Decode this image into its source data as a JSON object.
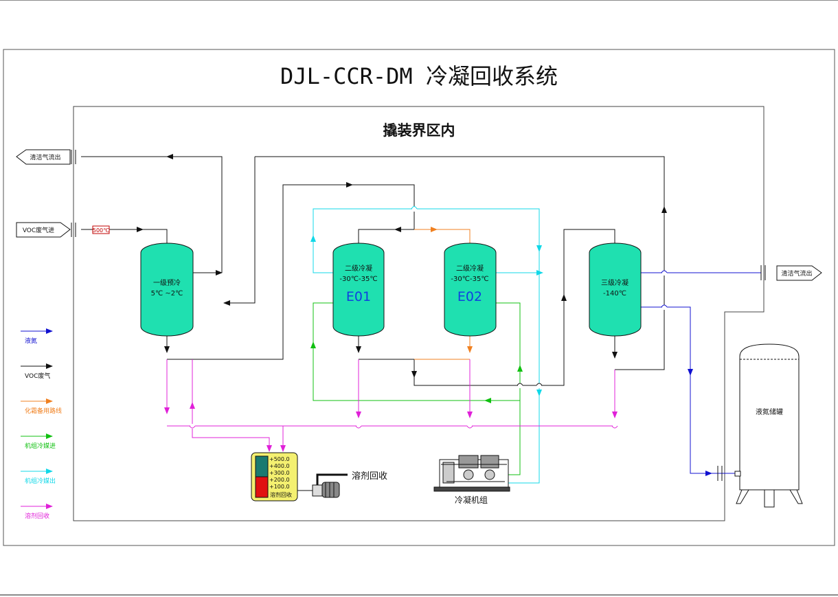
{
  "title": "DJL-CCR-DM 冷凝回收系统",
  "zone_label": "撬装界区内",
  "io": {
    "clean_gas_out_1": "清洁气流出",
    "voc_in": "VOC废气进",
    "clean_gas_out_2": "清洁气流出"
  },
  "sensor_tag": "500℃",
  "vessels": {
    "precool": {
      "name": "一级预冷",
      "temp": "5℃ ~2℃"
    },
    "e01": {
      "name": "二级冷凝",
      "temp": "-30℃-35℃",
      "tag": "E01"
    },
    "e02": {
      "name": "二级冷凝",
      "temp": "-30℃-35℃",
      "tag": "E02"
    },
    "stage3": {
      "name": "三级冷凝",
      "temp": "-140℃"
    }
  },
  "tank": {
    "name": "液氮储罐"
  },
  "solvent_tank": {
    "levels": [
      "+500.0",
      "+400.0",
      "+300.0",
      "+200.0",
      "+100.0"
    ],
    "label": "溶剂回收"
  },
  "pump_label": "溶剂回收",
  "condenser_unit_label": "冷凝机组",
  "legend": [
    {
      "label": "液氮",
      "color": "#1010d0"
    },
    {
      "label": "VOC废气",
      "color": "#111111"
    },
    {
      "label": "化霜备用路线",
      "color": "#f08020"
    },
    {
      "label": "机组冷媒进",
      "color": "#10c010"
    },
    {
      "label": "机组冷媒出",
      "color": "#10d8e8"
    },
    {
      "label": "溶剂回收",
      "color": "#e020d8"
    }
  ],
  "colors": {
    "vessel_fill": "#1fe0b0",
    "ln2": "#1010d0",
    "voc": "#111111",
    "defrost": "#f08020",
    "coolant_in": "#10c010",
    "coolant_out": "#10d8e8",
    "solvent": "#e020d8"
  }
}
